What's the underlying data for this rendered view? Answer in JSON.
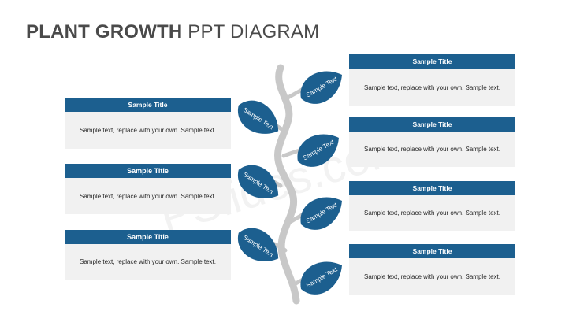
{
  "slide": {
    "title_bold": "PLANT GROWTH",
    "title_rest": "PPT DIAGRAM"
  },
  "left_boxes": [
    {
      "title": "Sample Title",
      "text": "Sample text, replace with your own. Sample text."
    },
    {
      "title": "Sample Title",
      "text": "Sample text, replace with your own. Sample text."
    },
    {
      "title": "Sample Title",
      "text": "Sample text, replace with your own. Sample text."
    }
  ],
  "right_boxes": [
    {
      "title": "Sample Title",
      "text": "Sample text, replace with your own. Sample text."
    },
    {
      "title": "Sample Title",
      "text": "Sample text, replace with your own. Sample text."
    },
    {
      "title": "Sample Title",
      "text": "Sample text, replace with your own. Sample text."
    },
    {
      "title": "Sample Title",
      "text": "Sample text, replace with your own. Sample text."
    }
  ],
  "leaves": {
    "left": [
      "Sample Text",
      "Sample Text",
      "Sample Text"
    ],
    "right": [
      "Sample Text",
      "Sample Text",
      "Sample Text",
      "Sample Text"
    ]
  },
  "watermark": "PSlides.com",
  "colors": {
    "accent": "#1c5f8f",
    "stem": "#c8c8c8",
    "panel": "#f1f1f1",
    "title": "#4a4a4a"
  }
}
